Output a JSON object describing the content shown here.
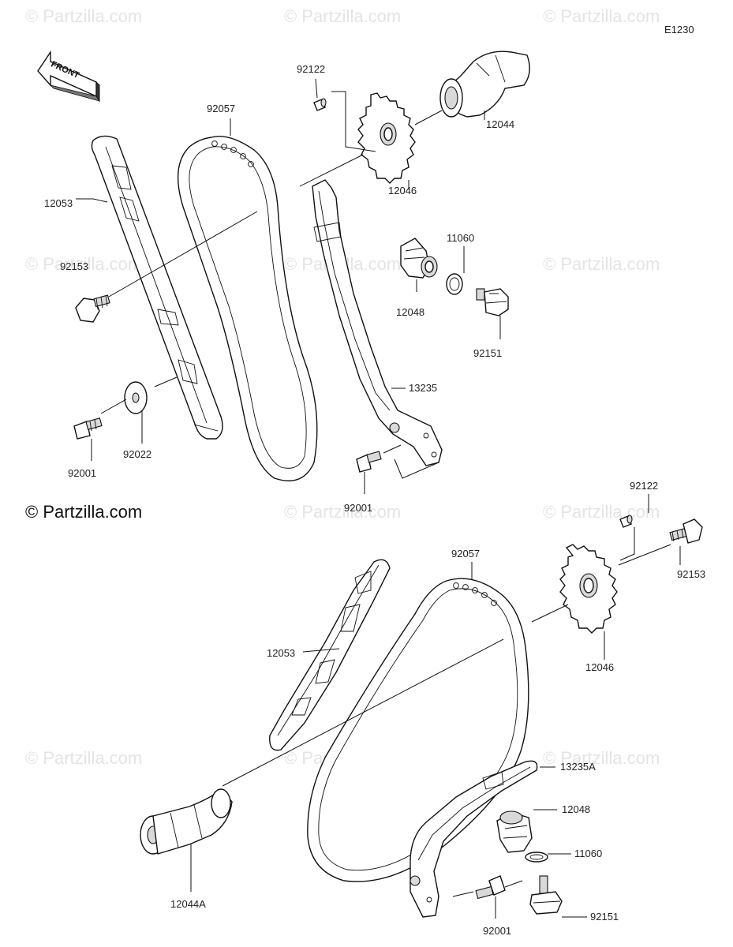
{
  "diagram_code": "E1230",
  "front_arrow": "FRONT",
  "copyright": "© Partzilla.com",
  "watermark": "© Partzilla.com",
  "labels": {
    "top_92122": "92122",
    "top_92057": "92057",
    "top_12044": "12044",
    "top_12046": "12046",
    "top_12053": "12053",
    "top_92153": "92153",
    "top_11060": "11060",
    "top_12048": "12048",
    "top_92151": "92151",
    "top_13235": "13235",
    "top_92022": "92022",
    "top_92001_left": "92001",
    "top_92001_mid": "92001",
    "bot_92122": "92122",
    "bot_92153": "92153",
    "bot_92057": "92057",
    "bot_12046": "12046",
    "bot_12053": "12053",
    "bot_13235A": "13235A",
    "bot_12048": "12048",
    "bot_11060": "11060",
    "bot_92151": "92151",
    "bot_92001": "92001",
    "bot_12044A": "12044A"
  }
}
